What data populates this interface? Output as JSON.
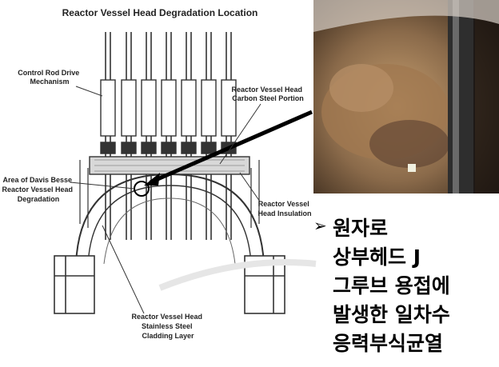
{
  "diagram": {
    "title": "Reactor Vessel Head Degradation Location",
    "labels": {
      "crdm": "Control Rod Drive Mechanism",
      "carbon_steel": "Reactor Vessel Head Carbon Steel Portion",
      "davis_besse": "Area of Davis Besse Reactor Vessel Head Degradation",
      "insulation": "Reactor Vessel Head Insulation",
      "cladding": "Reactor Vessel Head Stainless Steel Cladding Layer"
    },
    "label_lines": {
      "crdm": [
        "Control Rod Drive",
        "Mechanism"
      ],
      "carbon_steel": [
        "Reactor Vessel Head",
        "Carbon Steel Portion"
      ],
      "davis_besse": [
        "Area of Davis Besse",
        "Reactor Vessel Head",
        "Degradation"
      ],
      "insulation": [
        "Reactor Vessel",
        "Head Insulation"
      ],
      "cladding": [
        "Reactor Vessel Head",
        "Stainless Steel",
        "Cladding Layer"
      ]
    }
  },
  "bullet": {
    "marker": "➢",
    "text": "원자로\n상부헤드 J\n그루브 용접에\n발생한 일차수\n응력부식균열"
  },
  "colors": {
    "line": "#333333",
    "photo_bg": "#8a6a4a",
    "pipe": "#555555"
  }
}
